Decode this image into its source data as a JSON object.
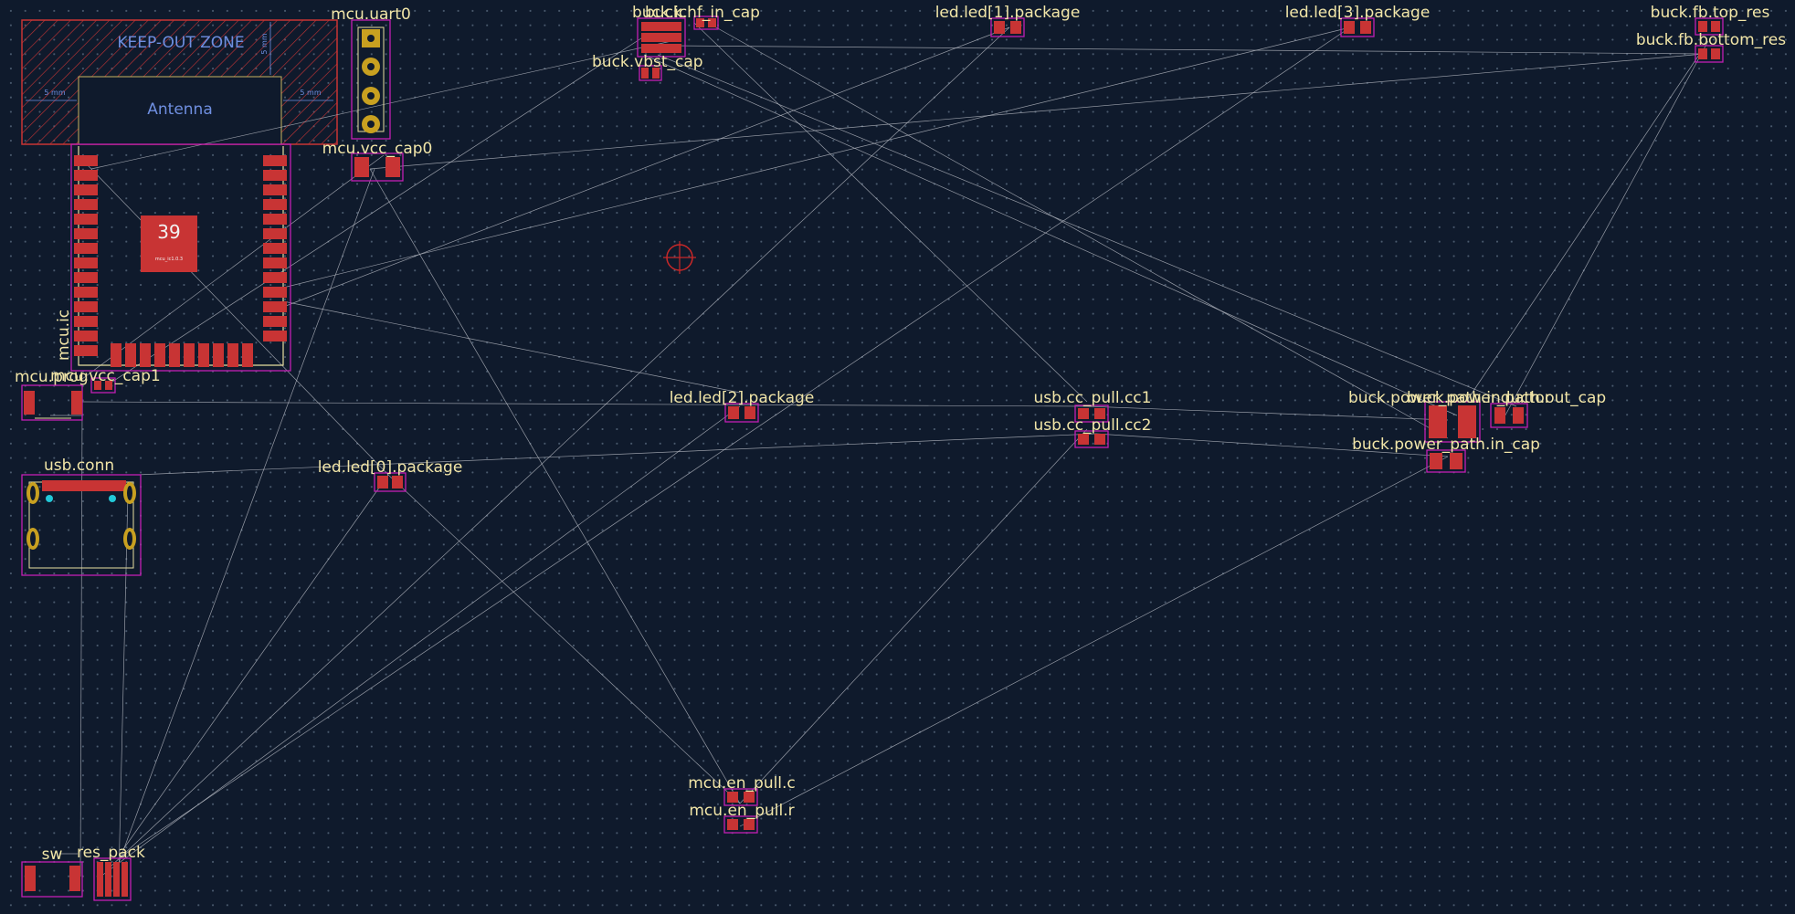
{
  "app": "PCB Editor",
  "colors": {
    "background": "#0f1a2c",
    "pad": "#c83434",
    "courtyard": "#c21fb4",
    "silkscreen": "#f2e6a8",
    "ratsnest": "#b8bcc4",
    "keepout": "#c83434",
    "antenna_text": "#6f8fe0"
  },
  "keepout": {
    "title": "KEEP-OUT ZONE",
    "antenna_label": "Antenna",
    "dim_left": "5 mm",
    "dim_right": "5 mm",
    "dim_top": "5 mm"
  },
  "mcu_ic": {
    "pad_number": "39",
    "pad_sub": "mcu_ic1.0.3"
  },
  "refs": {
    "mcu_uart0": "mcu.uart0",
    "mcu_vcc_cap0": "mcu.vcc_cap0",
    "mcu_vcc_cap1": "mcu.vcc_cap1",
    "mcu_ic": "mcu.ic",
    "mcu_prog": "mcu.prog",
    "usb_conn": "usb.conn",
    "led0": "led.led[0].package",
    "led1": "led.led[1].package",
    "led2": "led.led[2].package",
    "led3": "led.led[3].package",
    "buck_hf_in_cap": "buck.hf_in_cap",
    "buck_ic": "buck.ic",
    "buck_vbst_cap": "buck.vbst_cap",
    "buck_fb_top_res": "buck.fb.top_res",
    "buck_fb_bottom_res": "buck.fb.bottom_res",
    "buck_power_path_inductor": "buck.power_path.inductor",
    "buck_power_path_out_cap": "buck.power_path.out_cap",
    "buck_power_path_in_cap": "buck.power_path.in_cap",
    "usb_cc_pull_cc1": "usb.cc_pull.cc1",
    "usb_cc_pull_cc2": "usb.cc_pull.cc2",
    "mcu_en_pull_c": "mcu.en_pull.c",
    "mcu_en_pull_r": "mcu.en_pull.r",
    "sw": "sw",
    "res_pack": "res_pack"
  },
  "icons": {
    "origin": "crosshair-origin-icon"
  }
}
